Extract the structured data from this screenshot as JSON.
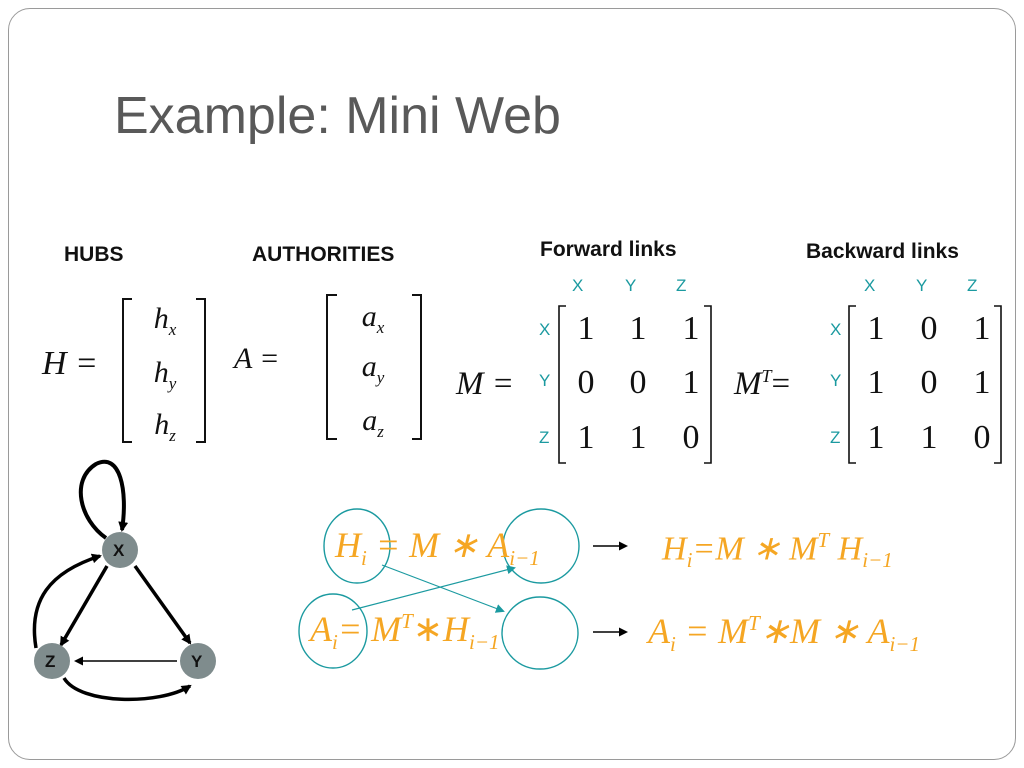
{
  "title": "Example: Mini Web",
  "labels": {
    "hubs": "HUBS",
    "authorities": "AUTHORITIES",
    "forward_links": "Forward links",
    "backward_links": "Backward links"
  },
  "hub_vector": {
    "lhs": "H =",
    "entries": [
      [
        "h",
        "x"
      ],
      [
        "h",
        "y"
      ],
      [
        "h",
        "z"
      ]
    ]
  },
  "authority_vector": {
    "lhs": "A  =",
    "entries": [
      [
        "a",
        "x"
      ],
      [
        "a",
        "y"
      ],
      [
        "a",
        "z"
      ]
    ]
  },
  "forward_matrix": {
    "lhs": "M =",
    "col_labels": [
      "X",
      "Y",
      "Z"
    ],
    "row_labels": [
      "X",
      "Y",
      "Z"
    ],
    "rows": [
      [
        "1",
        "1",
        "1"
      ],
      [
        "0",
        "0",
        "1"
      ],
      [
        "1",
        "1",
        "0"
      ]
    ]
  },
  "backward_matrix": {
    "lhs_base": "M",
    "lhs_sup": "T",
    "lhs_eq": "=",
    "col_labels": [
      "X",
      "Y",
      "Z"
    ],
    "row_labels": [
      "X",
      "Y",
      "Z"
    ],
    "rows": [
      [
        "1",
        "0",
        "1"
      ],
      [
        "1",
        "0",
        "1"
      ],
      [
        "1",
        "1",
        "0"
      ]
    ]
  },
  "graph": {
    "nodes": [
      "X",
      "Y",
      "Z"
    ],
    "edges": [
      [
        "X",
        "X"
      ],
      [
        "X",
        "Y"
      ],
      [
        "X",
        "Z"
      ],
      [
        "Y",
        "Z"
      ],
      [
        "Z",
        "X"
      ],
      [
        "Z",
        "Y"
      ]
    ],
    "node_color": "#7f8c8d"
  },
  "equations": {
    "hub_update": {
      "H": "H",
      "i": "i",
      "rest": "= M ∗",
      "A": "A",
      "im1": "i−1"
    },
    "auth_update": {
      "A": "A",
      "i": "i",
      "eq": "= M",
      "T": "T",
      "star": "∗",
      "H": "H",
      "im1": "i−1"
    },
    "arrow": "→",
    "hub_result": {
      "H": "H",
      "i": "i",
      "eq": "=M ∗ M",
      "T": "T",
      "H2": "H",
      "im1": "i−1"
    },
    "auth_result": {
      "A": "A",
      "i": "i",
      "eq": "= M",
      "T": "T",
      "mid": "∗M ∗ A",
      "im1": "i−1"
    }
  },
  "colors": {
    "accent": "#f5a623",
    "teal": "#1b9aa0",
    "title": "#595959"
  }
}
